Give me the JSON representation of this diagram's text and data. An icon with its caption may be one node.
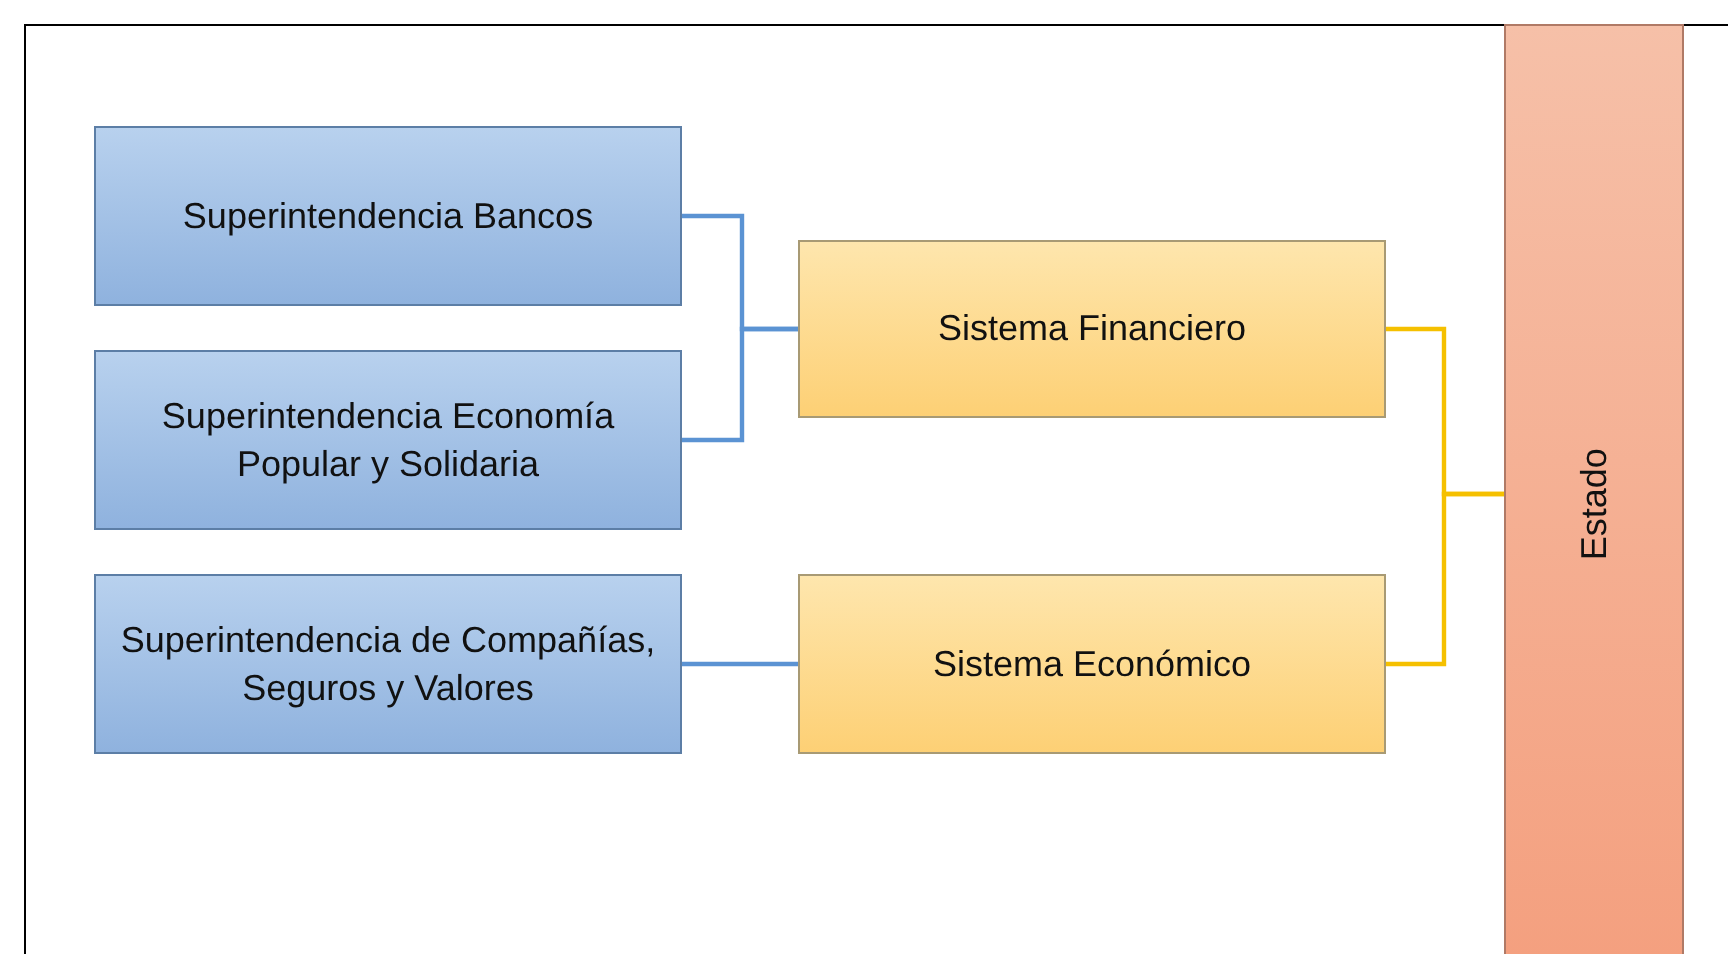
{
  "diagram": {
    "nodes": [
      {
        "text": [
          "Superintendencia Bancos"
        ]
      },
      {
        "text": [
          "Superintendencia Economía Popular y Solidaria"
        ]
      },
      {
        "text": [
          "Superintendencia de Compañías, Seguros y Valores"
        ]
      },
      {
        "text": [
          "Sistema Financiero"
        ]
      },
      {
        "text": [
          "Sistema Económico"
        ]
      },
      {
        "text": [
          "Estado"
        ]
      }
    ],
    "edges": [
      {
        "from": 0,
        "to": 3,
        "arrow": "none"
      },
      {
        "from": 1,
        "to": 3,
        "arrow": "none"
      },
      {
        "from": 2,
        "to": 4,
        "arrow": "none"
      },
      {
        "from": 3,
        "to": 5,
        "arrow": "none",
        "color": "#f5c000"
      },
      {
        "from": 4,
        "to": 5,
        "arrow": "none",
        "color": "#f5c000"
      }
    ]
  }
}
